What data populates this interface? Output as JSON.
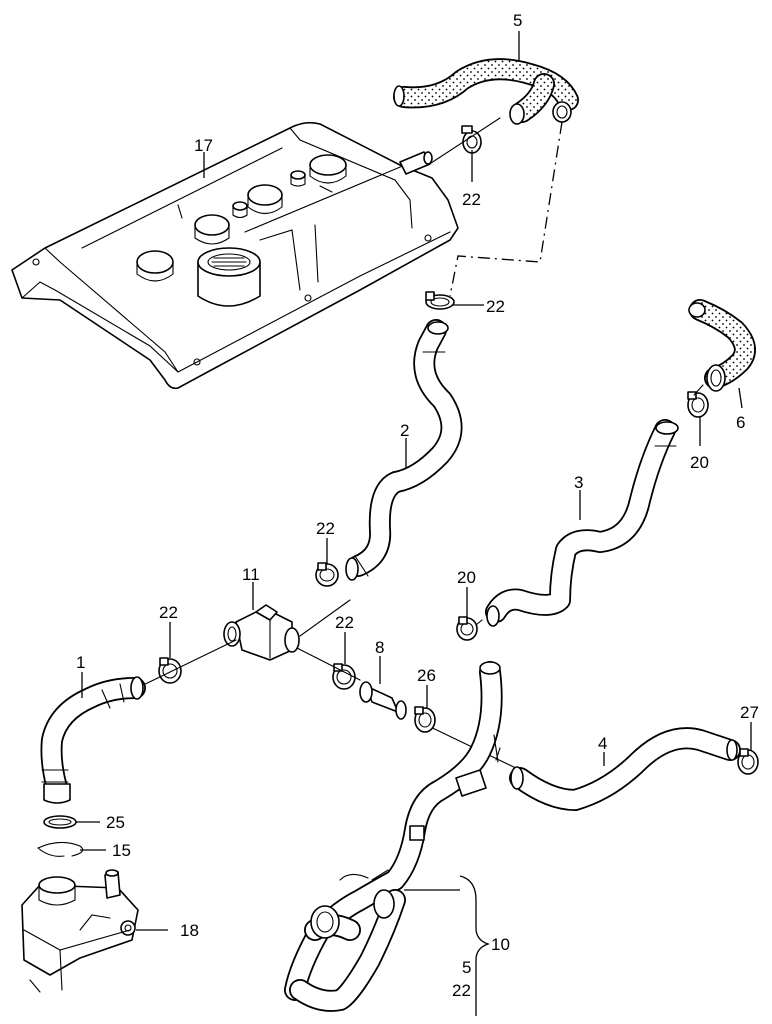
{
  "diagram": {
    "labels": {
      "l1": "1",
      "l2": "2",
      "l3": "3",
      "l4": "4",
      "l5": "5",
      "l6": "6",
      "l8": "8",
      "l10": "10",
      "l11": "11",
      "l15": "15",
      "l17": "17",
      "l18": "18",
      "l20a": "20",
      "l20b": "20",
      "l22a": "22",
      "l22b": "22",
      "l22c": "22",
      "l22d": "22",
      "l22e": "22",
      "l22f": "22",
      "l25": "25",
      "l26": "26",
      "l27": "27",
      "l5b": "5"
    }
  }
}
